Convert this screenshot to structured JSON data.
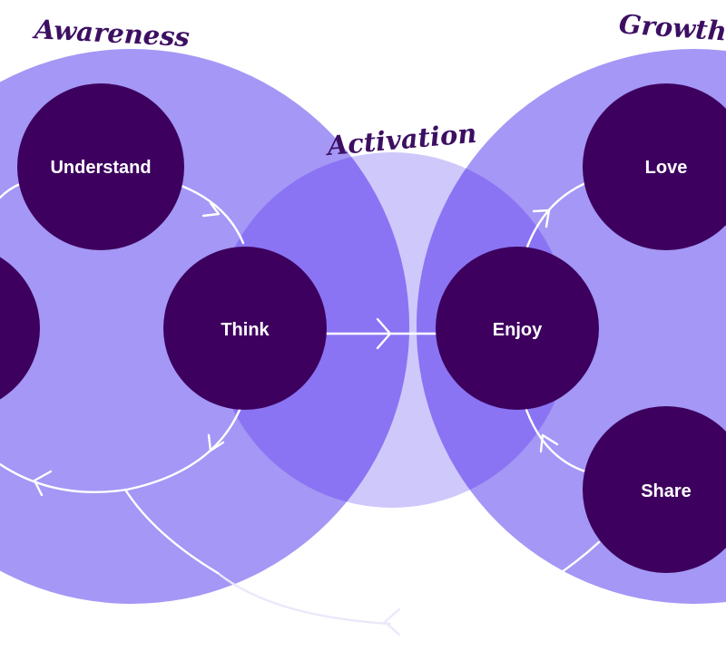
{
  "stages": {
    "awareness": "Awareness",
    "activation": "Activation",
    "growth": "Growth"
  },
  "nodes": {
    "understand": "Understand",
    "think": "Think",
    "enjoy": "Enjoy",
    "love": "Love",
    "share": "Share",
    "left_partial": ""
  },
  "colors": {
    "stage_circle": "#a497f5",
    "activation_circle": "#cfc8fb",
    "overlap": "#8a74f3",
    "node_circle": "#3d005e",
    "label_text": "#3d0f63",
    "flow_line": "#ffffff"
  }
}
